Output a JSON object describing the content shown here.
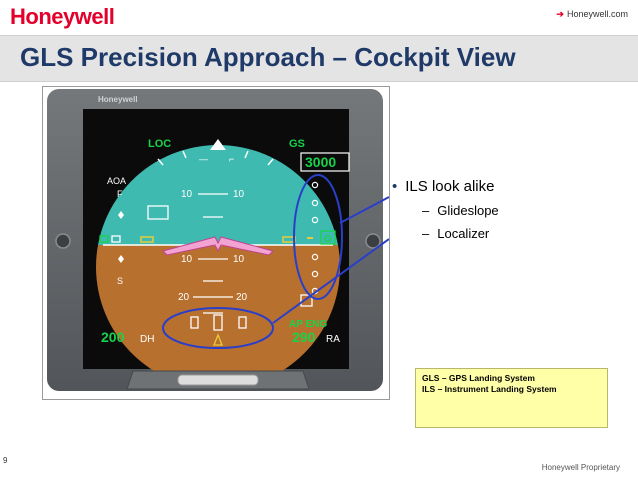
{
  "header": {
    "logo": "Honeywell",
    "link": "Honeywell.com"
  },
  "slide": {
    "title": "GLS Precision Approach – Cockpit View",
    "bullet_main": "ILS look alike",
    "bullet_sub": [
      "Glideslope",
      "Localizer"
    ],
    "note_lines": [
      "GLS – GPS Landing System",
      "ILS – Instrument Landing System"
    ],
    "page_number": "9",
    "footer": "Honeywell Proprietary"
  },
  "display": {
    "bezel_brand": "Honeywell",
    "loc": "LOC",
    "gs": "GS",
    "altitude": "3000",
    "aoa": "AOA",
    "flaps": "F",
    "slats": "S",
    "glideslope_letter": "G",
    "pitch_10": "10",
    "pitch_20": "20",
    "ap_eng": "AP ENG",
    "dh_value": "200",
    "dh_label": "DH",
    "ra_value": "290",
    "ra_label": "RA",
    "colors": {
      "sky": "#3ebab0",
      "ground": "#b8702e",
      "symbology_green": "#19d24a",
      "highlight": "#2a3fc9"
    }
  }
}
